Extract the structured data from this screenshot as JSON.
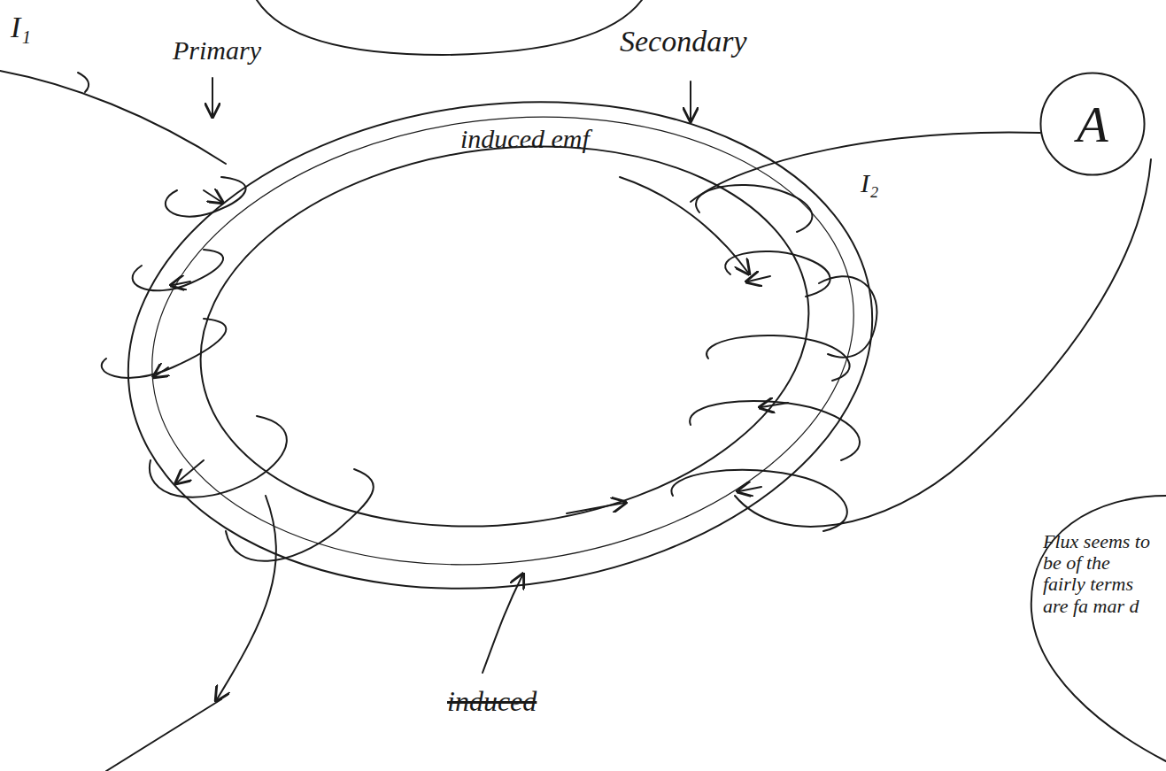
{
  "diagram": {
    "nodes": [
      {
        "text": [
          "A"
        ]
      }
    ],
    "edges": [],
    "labels": [
      "I₁",
      "Primary",
      "Secondary",
      "I₂",
      "induced emf",
      "induced",
      "Flux seems to be of the fairly terms are fa mar d"
    ]
  }
}
